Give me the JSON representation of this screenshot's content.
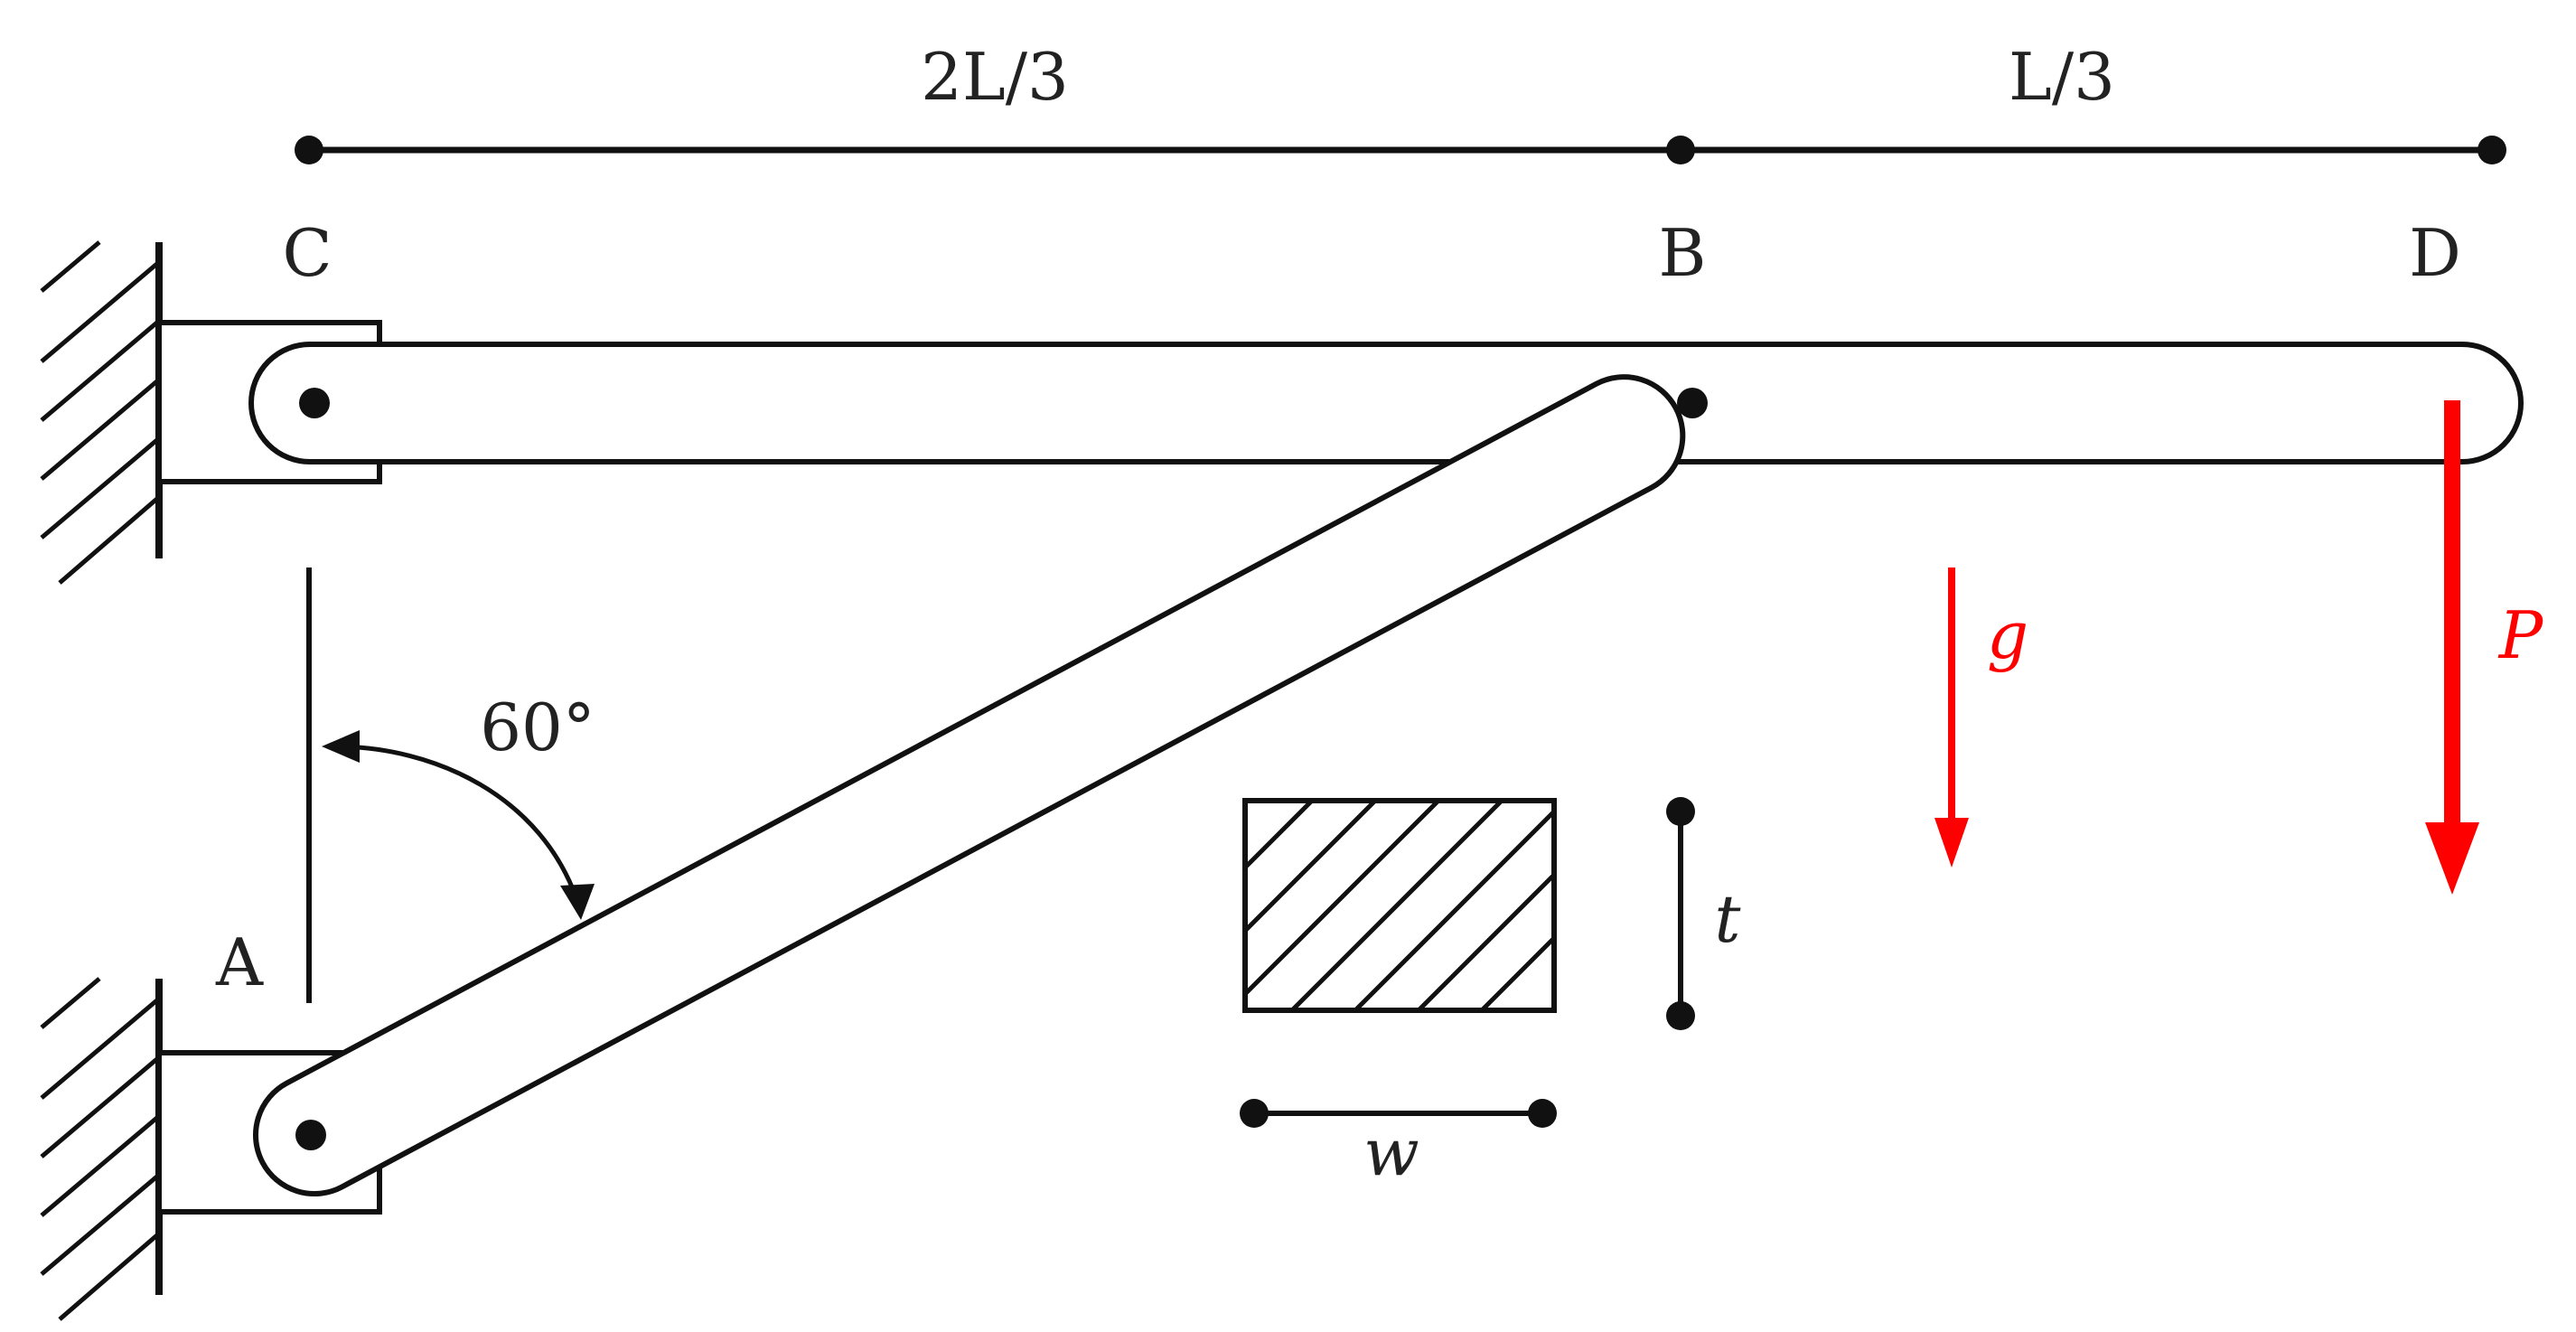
{
  "dimensions": {
    "left_span": "2L/3",
    "right_span": "L/3"
  },
  "points": {
    "A": "A",
    "B": "B",
    "C": "C",
    "D": "D"
  },
  "angle": {
    "label": "60°"
  },
  "cross_section": {
    "width_label": "w",
    "thickness_label": "t"
  },
  "forces": {
    "gravity": {
      "label": "g",
      "color": "#ff0000"
    },
    "load": {
      "label": "P",
      "color": "#ff0000"
    }
  },
  "colors": {
    "ink": "#111111",
    "force": "#ff0000"
  }
}
